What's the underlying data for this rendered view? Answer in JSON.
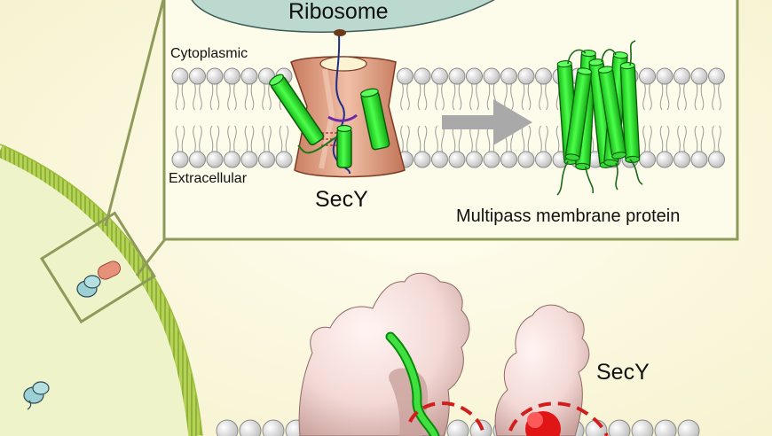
{
  "labels": {
    "ribosome": "Ribosome",
    "cytoplasmic": "Cytoplasmic",
    "extracellular": "Extracellular",
    "secy_inset": "SecY",
    "multipass": "Multipass membrane protein",
    "secy_structure": "SecY"
  },
  "colors": {
    "background": "#fbf7dc",
    "cell": "#eef3c8",
    "cell_membrane": "#a9c84a",
    "inset_frame": "#8e9a5a",
    "ribosome": "#bcd9cf",
    "secy_channel": "#e3a98c",
    "helix": "#2fe02f",
    "lipid_head": "#d9d9d9",
    "red_accent": "#e01616"
  }
}
